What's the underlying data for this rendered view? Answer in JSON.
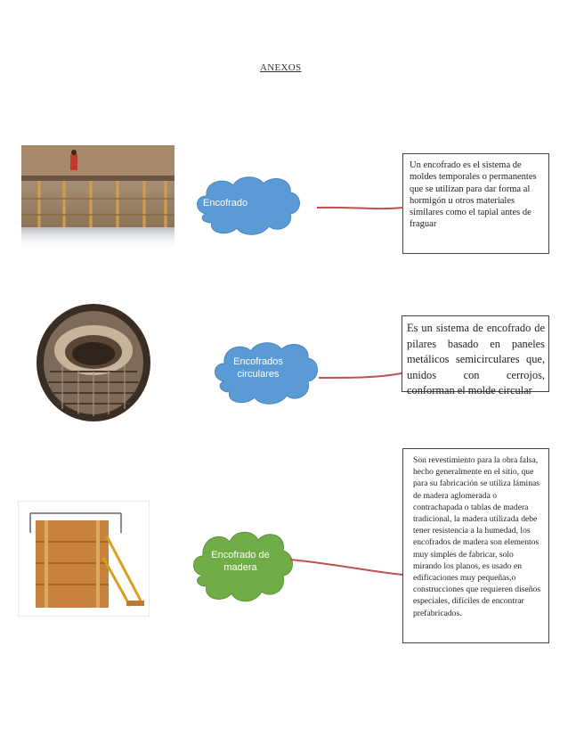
{
  "page": {
    "title": "ANEXOS"
  },
  "sections": [
    {
      "concept": "Encofrado",
      "cloud_color": "#5b9bd5",
      "description": "Un encofrado es el sistema de moldes temporales o permanentes que se utilizan para dar forma al hormigón u otros materiales similares como el tapial antes de fraguar"
    },
    {
      "concept": "Encofrados circulares",
      "cloud_color": "#5b9bd5",
      "description": "Es un sistema de encofrado de pilares basado en paneles metálicos semicirculares que, unidos con cerrojos, conforman el molde circular"
    },
    {
      "concept": "Encofrado de madera",
      "cloud_color": "#70ad47",
      "description": "Son revestimiento para la obra falsa, hecho generalmente en el sitio, que para su fabricación se utiliza láminas de madera aglomerada o contrachapada o tablas de madera tradicional, la madera utilizada debe tener resistencia a la humedad, los encofrados de madera son elementos muy simples de fabricar, solo mirando los planos, es usado en edificaciones muy pequeñas,o construcciones que requieren diseños especiales, difíciles de encontrar prefabricados."
    }
  ],
  "connector_color": "#c0504d"
}
